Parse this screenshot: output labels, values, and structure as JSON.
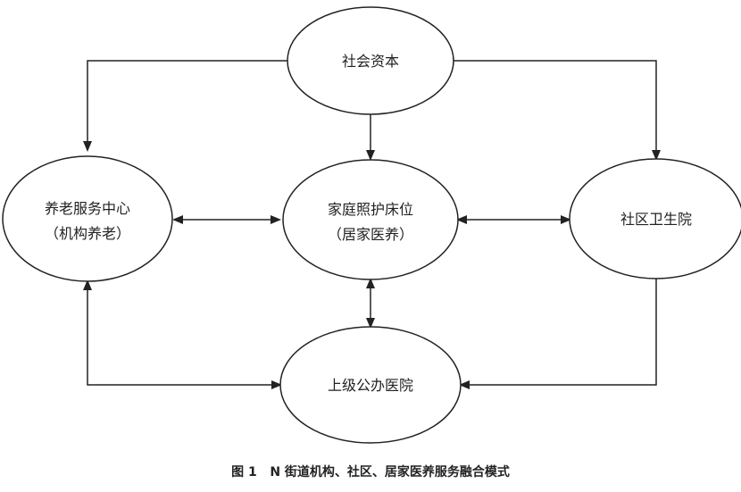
{
  "nodes": {
    "social_capital": {
      "label": "社会资本"
    },
    "elderly_center": {
      "label_line1": "养老服务中心",
      "label_line2": "（机构养老）"
    },
    "family_bed": {
      "label_line1": "家庭照护床位",
      "label_line2": "（居家医养）"
    },
    "community_health": {
      "label": "社区卫生院"
    },
    "superior_hospital": {
      "label": "上级公办医院"
    }
  },
  "caption": {
    "prefix": "图 1",
    "text": "N 街道机构、社区、居家医养服务融合模式"
  },
  "colors": {
    "line": "#222222",
    "node_fill": "#ffffff",
    "background": "#ffffff"
  }
}
